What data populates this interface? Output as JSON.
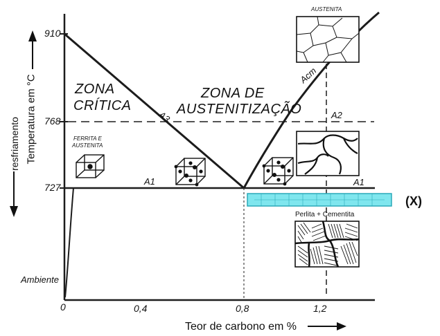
{
  "title": "",
  "axes": {
    "y_label": "Temperatura em °C",
    "y_side_label": "resfriamento",
    "x_label": "Teor de carbono em %",
    "y_ticks": [
      "910",
      "768",
      "727",
      "Ambiente"
    ],
    "x_ticks": [
      "0",
      "0,4",
      "0,8",
      "1,2"
    ]
  },
  "regions": {
    "critica": [
      "ZONA",
      "CRÍTICA"
    ],
    "austenitizacao": [
      "ZONA DE",
      "AUSTENITIZAÇÃO"
    ],
    "ferrita_austenita": [
      "FERRITA E",
      "AUSTENITA"
    ]
  },
  "lines": {
    "a3": "A3",
    "acm": "Acm",
    "a1_left": "A1",
    "a1_right": "A1",
    "a2": "A2"
  },
  "micrographs": {
    "austenita": "AUSTENITA",
    "perlita_cementita": "Perlita + Cementita"
  },
  "marker": "(X)",
  "colors": {
    "lines": "#1c1c1c",
    "highlight_fill": "#7fe6ee",
    "highlight_stroke": "#2aa9b8"
  }
}
